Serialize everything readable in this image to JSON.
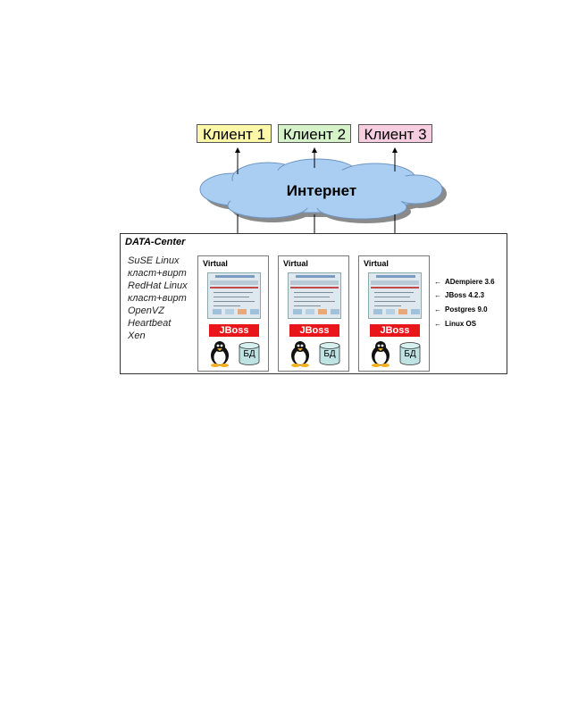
{
  "clients": [
    {
      "label": "Клиент 1",
      "color": "#fdf7a8"
    },
    {
      "label": "Клиент 2",
      "color": "#d6f2c8"
    },
    {
      "label": "Клиент 3",
      "color": "#f7cde0"
    }
  ],
  "cloud": {
    "label": "Интернет",
    "color": "#aacdf2"
  },
  "datacenter": {
    "title": "DATA-Center",
    "stack": [
      "SuSE Linux",
      "класт+вирт",
      "RedHat Linux",
      "класт+вирт",
      "OpenVZ",
      "Heartbeat",
      "Xen"
    ]
  },
  "vms": [
    {
      "label": "Virtual",
      "server": "JBoss",
      "db": "БД"
    },
    {
      "label": "Virtual",
      "server": "JBoss",
      "db": "БД"
    },
    {
      "label": "Virtual",
      "server": "JBoss",
      "db": "БД"
    }
  ],
  "layers": [
    "ADempiere 3.6",
    "JBoss 4.2.3",
    "Postgres 9.0",
    "Linux OS"
  ],
  "colors": {
    "jboss": "#e8161b",
    "db": "#bfe3e3"
  }
}
